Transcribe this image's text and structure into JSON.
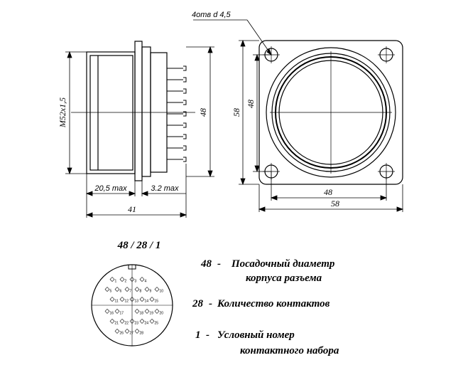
{
  "holes_note": "4отв d  4,5",
  "side_view": {
    "thread": "M52x1,5",
    "depth_body": "20,5 max",
    "depth_tail": "3.2 max",
    "overall_length": "41",
    "pitch_height": "48"
  },
  "front_view": {
    "outer_height": "58",
    "inner_height": "48",
    "inner_width": "48",
    "outer_width": "58"
  },
  "designation": "48 / 28 / 1",
  "legend": [
    {
      "code": "48",
      "sep": "-",
      "line1": "Посадочный диаметр",
      "line2": "корпуса разъема"
    },
    {
      "code": "28",
      "sep": "-",
      "line1": "Количество контактов",
      "line2": ""
    },
    {
      "code": "1",
      "sep": "-",
      "line1": "Условный номер",
      "line2": "контактного набора"
    }
  ],
  "pin_labels": [
    "1",
    "2",
    "3",
    "4",
    "5",
    "6",
    "7",
    "8",
    "9",
    "10",
    "11",
    "12",
    "13",
    "14",
    "15",
    "16",
    "17",
    "18",
    "19",
    "20",
    "21",
    "22",
    "23",
    "24",
    "25",
    "26",
    "27",
    "28"
  ]
}
